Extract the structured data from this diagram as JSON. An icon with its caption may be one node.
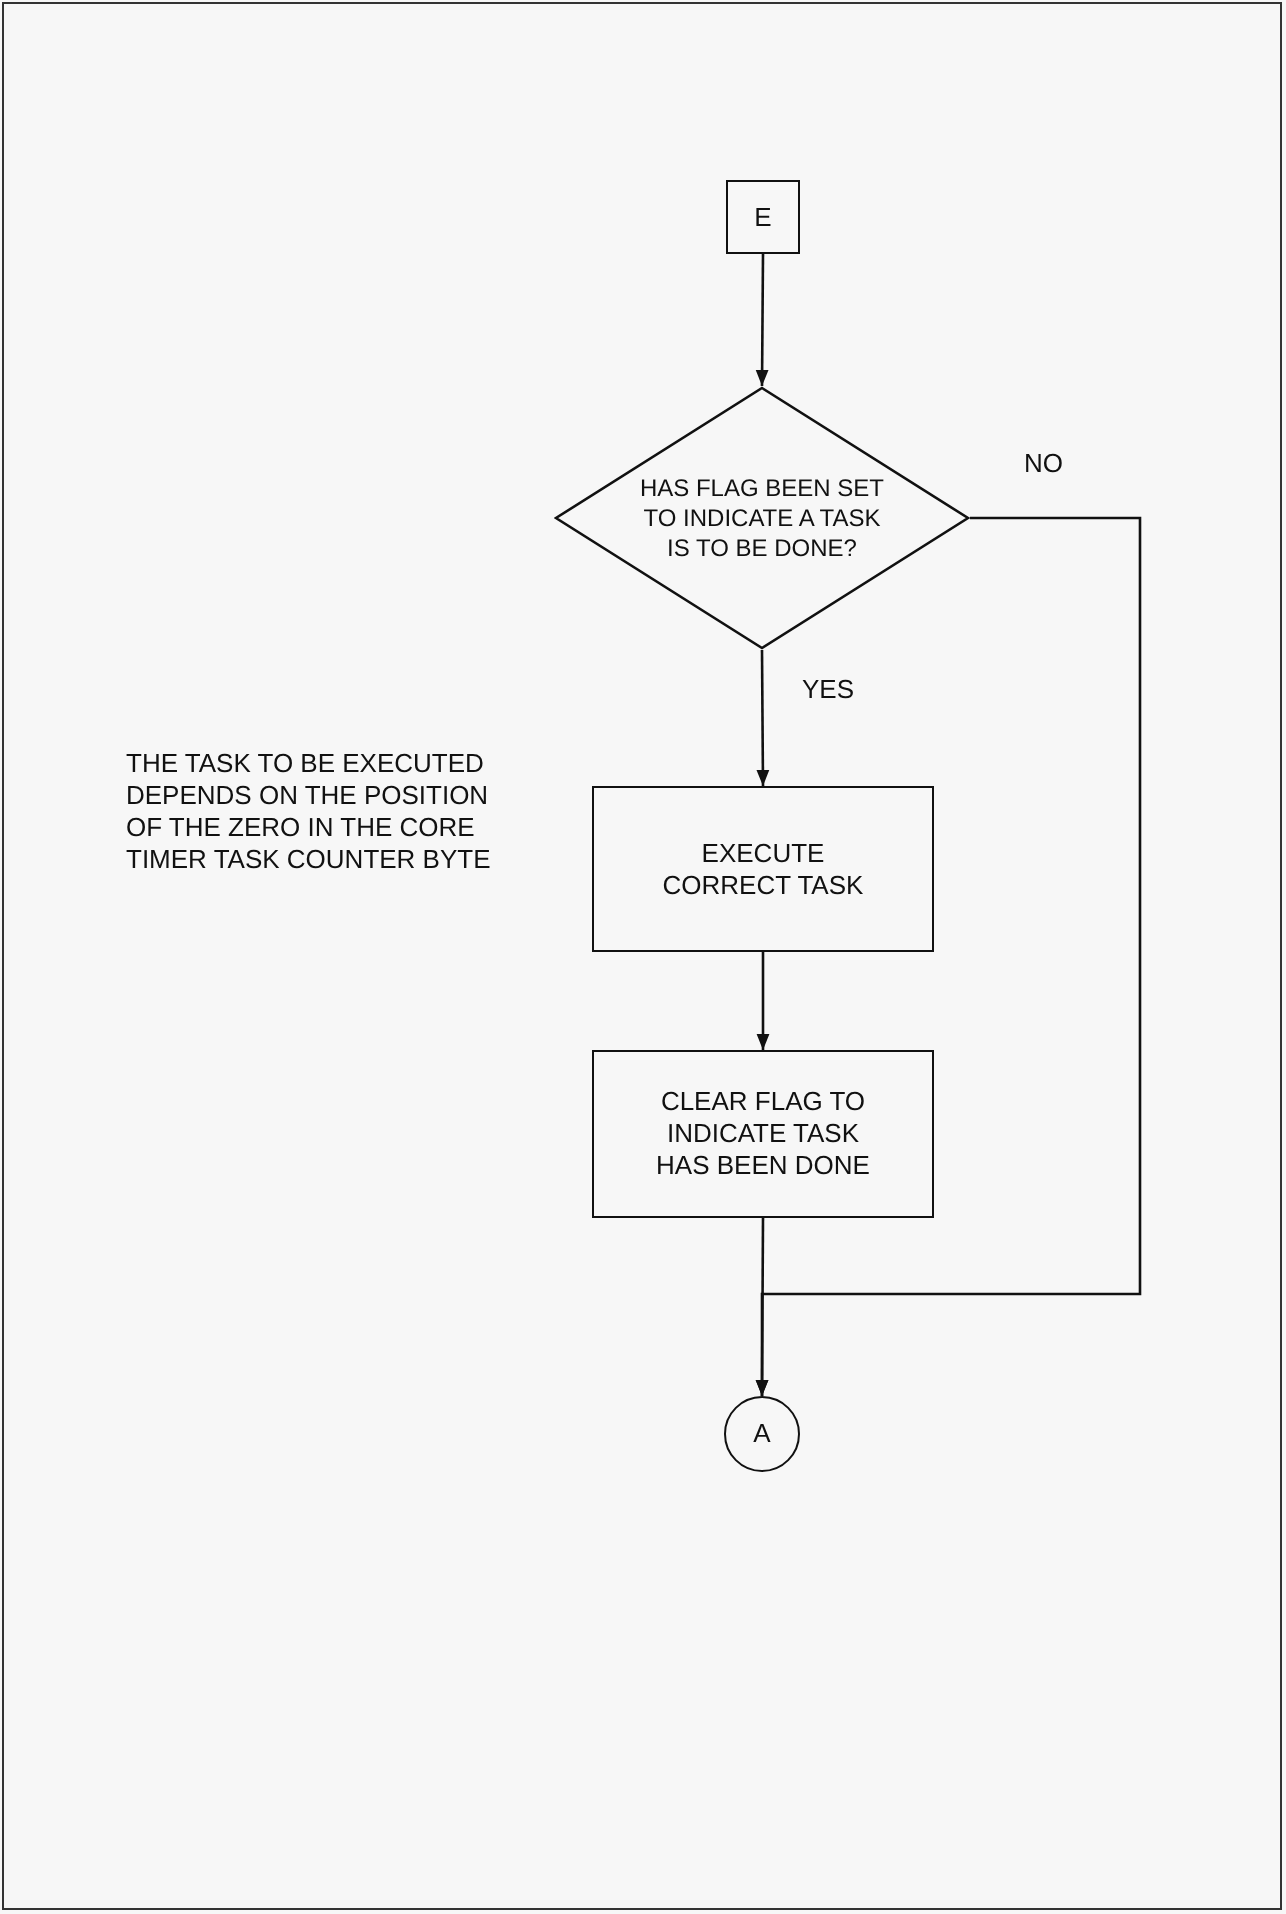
{
  "diagram": {
    "nodes": [
      {
        "text": [
          "E"
        ]
      },
      {
        "text": [
          "HAS FLAG BEEN SET TO INDICATE A TASK IS TO BE DONE?"
        ]
      },
      {
        "text": [
          "EXECUTE CORRECT TASK"
        ],
        "beside": [
          "THE TASK TO BE EXECUTED DEPENDS ON THE POSITION OF THE ZERO IN THE CORE TIMER TASK COUNTER BYTE"
        ]
      },
      {
        "text": [
          "CLEAR FLAG TO INDICATE TASK HAS BEEN DONE"
        ]
      },
      {
        "text": [
          "A"
        ]
      }
    ],
    "edges": [
      {
        "from": 0,
        "to": 1,
        "arrow": "to"
      },
      {
        "from": 1,
        "to": 2,
        "arrow": "to",
        "label": "YES"
      },
      {
        "from": 2,
        "to": 3,
        "arrow": "to"
      },
      {
        "from": 3,
        "to": 4,
        "arrow": "to"
      },
      {
        "from": 1,
        "to": 4,
        "arrow": "to",
        "label": "NO"
      }
    ]
  }
}
